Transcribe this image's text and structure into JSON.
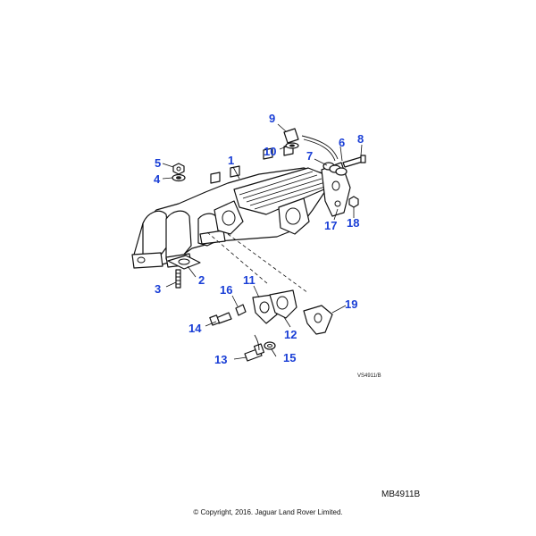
{
  "callouts": [
    {
      "label": "1"
    },
    {
      "label": "2"
    },
    {
      "label": "3"
    },
    {
      "label": "4"
    },
    {
      "label": "5"
    },
    {
      "label": "6"
    },
    {
      "label": "7"
    },
    {
      "label": "8"
    },
    {
      "label": "9"
    },
    {
      "label": "10"
    },
    {
      "label": "11"
    },
    {
      "label": "12"
    },
    {
      "label": "13"
    },
    {
      "label": "14"
    },
    {
      "label": "15"
    },
    {
      "label": "16"
    },
    {
      "label": "17"
    },
    {
      "label": "18"
    },
    {
      "label": "19"
    }
  ],
  "reference_code": "VS4911/B",
  "figure_code": "MB4911B",
  "copyright": "© Copyright, 2016. Jaguar Land Rover Limited.",
  "colors": {
    "callout": "#1a3fd6",
    "line": "#111111"
  }
}
